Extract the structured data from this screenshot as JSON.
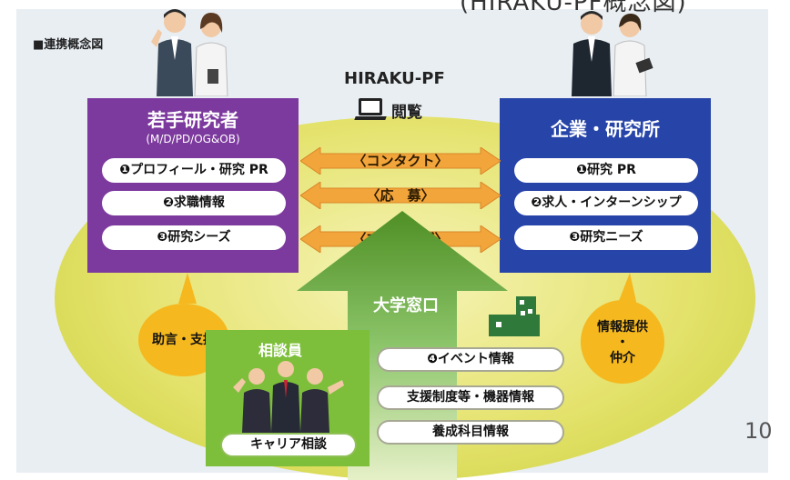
{
  "header": {
    "title_partial": "(HIRAKU-PF概念図)",
    "figure_label": "■連携概念図"
  },
  "platform": {
    "name": "HIRAKU-PF",
    "view_label": "閲覧"
  },
  "left_box": {
    "title": "若手研究者",
    "subtitle": "(M/D/PD/OG&OB)",
    "items": [
      "❶プロフィール・研究 PR",
      "❷求職情報",
      "❸研究シーズ"
    ]
  },
  "right_box": {
    "title": "企業・研究所",
    "items": [
      "❶研究 PR",
      "❷求人・インターンシップ",
      "❸研究ニーズ"
    ]
  },
  "connectors": [
    "〈コンタクト〉",
    "〈応　募〉",
    "〈マッチング〉"
  ],
  "university": {
    "label": "大学窓口",
    "items": [
      "❹イベント情報",
      "支援制度等・機器情報",
      "養成科目情報"
    ]
  },
  "counselor": {
    "title": "相談員",
    "service": "キャリア相談"
  },
  "bubbles": {
    "left": "助言・支援",
    "right_line1": "情報提供",
    "right_line2": "・",
    "right_line3": "仲介"
  },
  "page_number": "10",
  "colors": {
    "researcher_box": "#7d3a9e",
    "company_box": "#2744a8",
    "connector_arrow": "#f2a53a",
    "university_arrow": "#5a9a2a",
    "counselor_box": "#7dbf3a",
    "bubble": "#f5b81f",
    "background_ellipse": "#e5e36e"
  }
}
